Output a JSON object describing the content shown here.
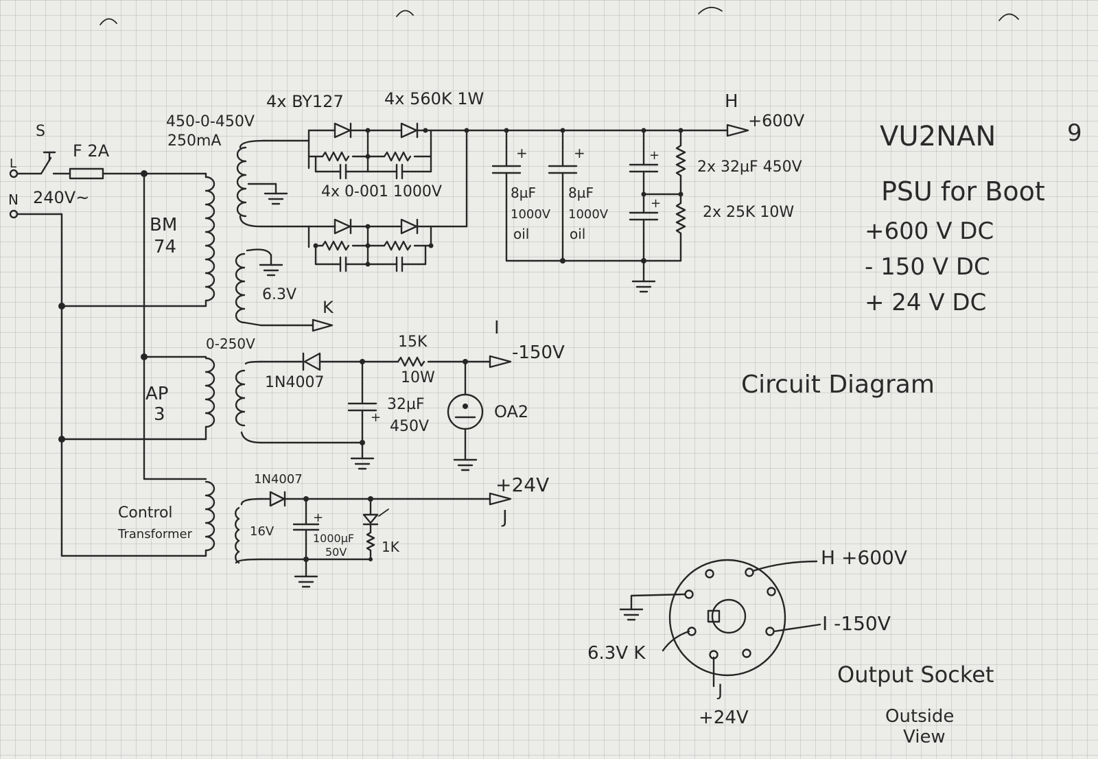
{
  "header": {
    "callsign": "VU2NAN",
    "page_number": "9",
    "title": "PSU for Boot",
    "outputs": [
      "+600 V DC",
      "- 150 V DC",
      "+ 24 V DC"
    ],
    "subtitle": "Circuit Diagram"
  },
  "mains": {
    "switch": "S",
    "line": "L",
    "neutral": "N",
    "fuse": "F 2A",
    "voltage": "240V~"
  },
  "hv_supply": {
    "diodes": "4x BY127",
    "resistors": "4x 560K 1W",
    "secondary": "450-0-450V",
    "current": "250mA",
    "transformer_line1": "BM",
    "transformer_line2": "74",
    "caps_small": "4x 0-001 1000V",
    "filter_cap_a": [
      "8µF",
      "1000V",
      "oil"
    ],
    "filter_cap_b": [
      "8µF",
      "1000V",
      "oil"
    ],
    "elko_pair": "2x 32µF 450V",
    "bleeders": "2x 25K 10W",
    "heater": "6.3V",
    "heater_pin": "K",
    "out_pin": "H",
    "out_voltage": "+600V"
  },
  "bias_supply": {
    "secondary": "0-250V",
    "transformer_line1": "AP",
    "transformer_line2": "3",
    "diode": "1N4007",
    "resistor_value": "15K",
    "resistor_power": "10W",
    "cap_value": "32µF",
    "cap_voltage": "450V",
    "tube": "OA2",
    "out_pin": "I",
    "out_voltage": "-150V"
  },
  "low_supply": {
    "transformer_line1": "Control",
    "transformer_line2": "Transformer",
    "secondary": "16V",
    "diode": "1N4007",
    "cap_value": "1000µF",
    "cap_voltage": "50V",
    "resistor": "1K",
    "out_voltage": "+24V",
    "out_pin": "J"
  },
  "socket": {
    "pin_h": "H +600V",
    "pin_i": "I -150V",
    "pin_k": "6.3V K",
    "pin_j_letter": "J",
    "pin_j_voltage": "+24V",
    "caption": "Output Socket",
    "caption_line2": "Outside",
    "caption_line3": "View"
  }
}
